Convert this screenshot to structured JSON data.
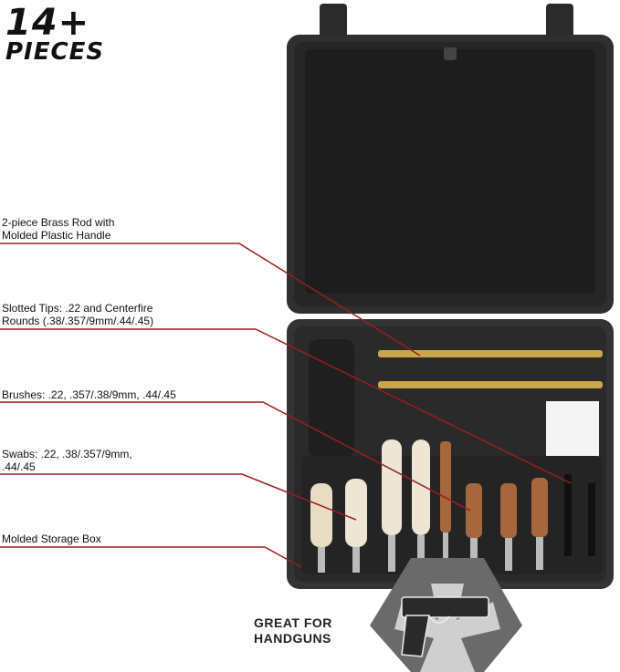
{
  "headline": {
    "line1": "14+",
    "line2": "PIECES"
  },
  "callouts": [
    {
      "line1": "2-piece Brass Rod with",
      "line2": "Molded Plastic Handle"
    },
    {
      "line1": "Slotted Tips:  .22 and Centerfire",
      "line2": "Rounds (.38/.357/9mm/.44/.45)"
    },
    {
      "line1": "Brushes:  .22, .357/.38/9mm, .44/.45",
      "line2": ""
    },
    {
      "line1": "Swabs:  .22, .38/.357/9mm,",
      "line2": ".44/.45"
    },
    {
      "line1": "Molded Storage Box",
      "line2": ""
    }
  ],
  "badge": {
    "line1": "GREAT FOR",
    "line2": "HANDGUNS",
    "icon": "handgun-icon"
  },
  "colors": {
    "accent_line": "#9b1c24",
    "case": "#2a2a2a",
    "foam": "#1c1c1c",
    "brass": "#c9a64a"
  }
}
